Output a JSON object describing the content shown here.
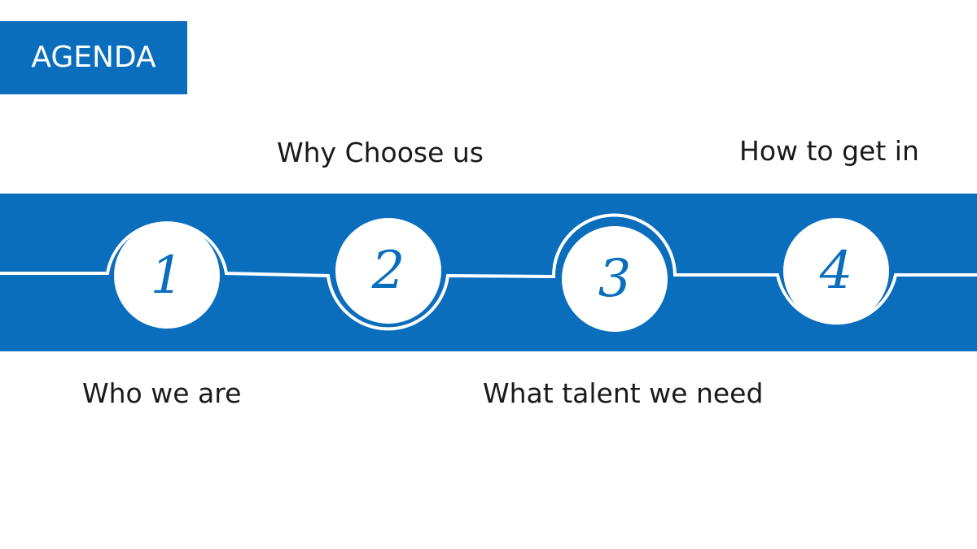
{
  "title": "AGENDA",
  "steps": [
    {
      "number": "1",
      "label": "Who we are"
    },
    {
      "number": "2",
      "label": "Why Choose us"
    },
    {
      "number": "3",
      "label": "What talent we need"
    },
    {
      "number": "4",
      "label": "How to get in"
    }
  ],
  "colors": {
    "accent": "#0a6ebd",
    "background": "#ffffff",
    "text": "#1a1a1a"
  }
}
